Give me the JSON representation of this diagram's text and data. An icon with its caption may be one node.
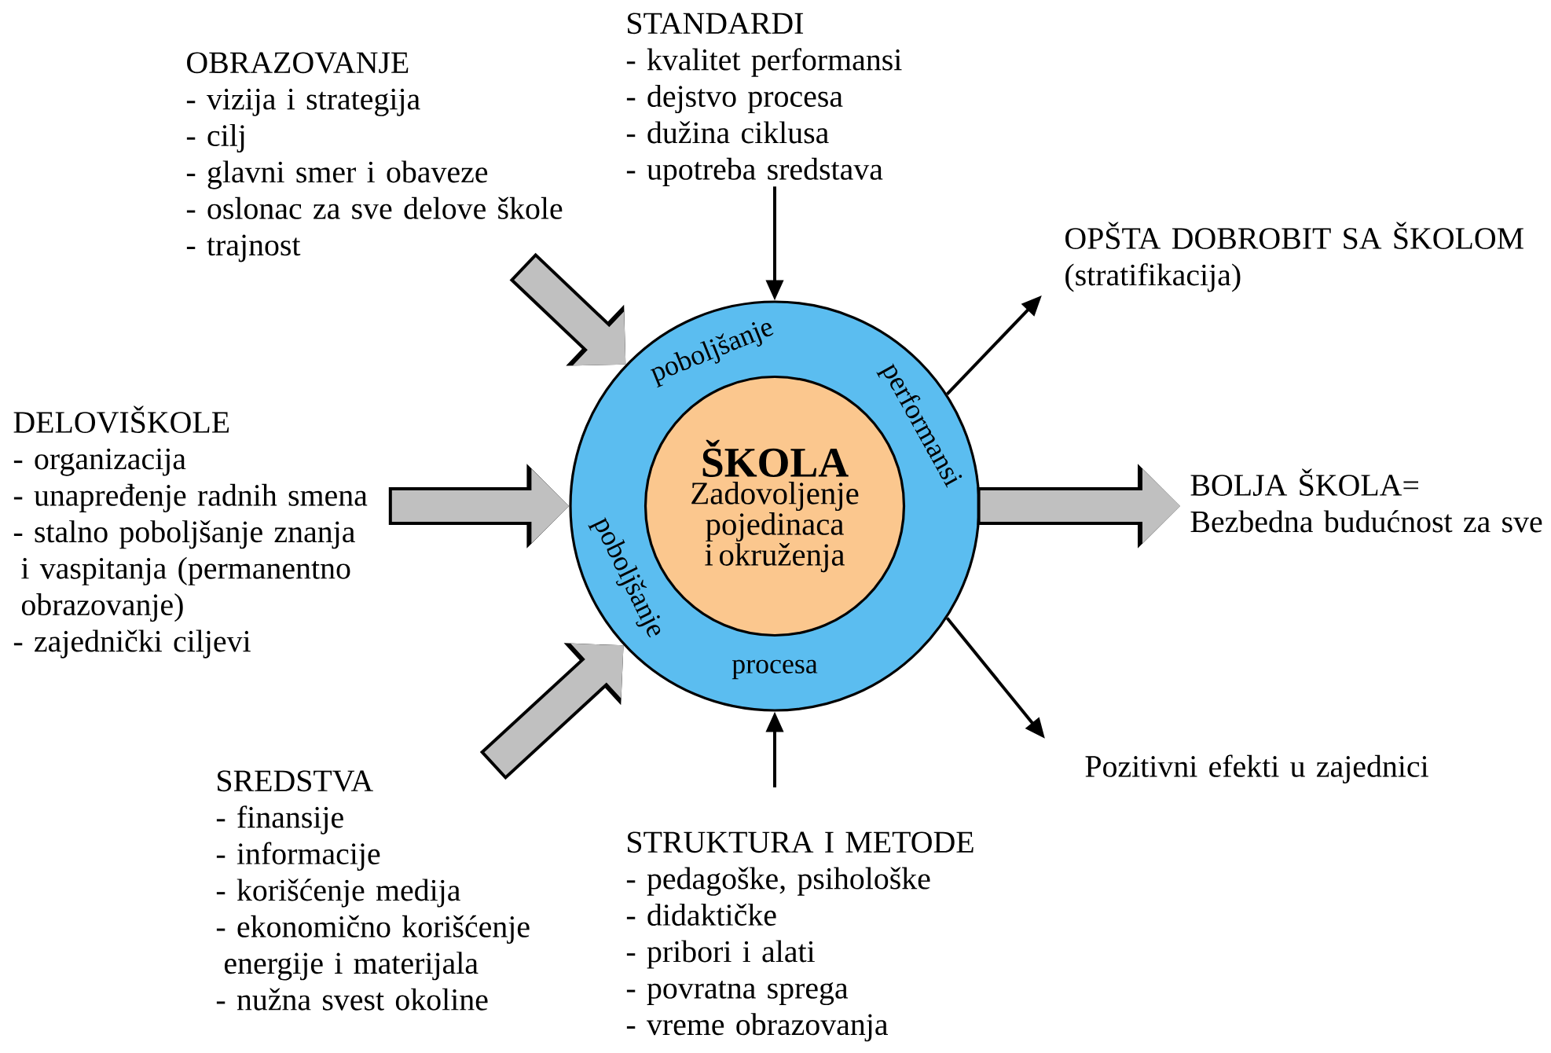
{
  "diagram": {
    "nodes": [
      {
        "text": [
          "poboljšanje",
          "performansi",
          "poboljšanje",
          "procesa"
        ]
      },
      {
        "text": [
          "ŠKOLA",
          "Zadovoljenje pojedinaca i okruženja"
        ],
        "in": 0
      },
      {
        "text": [
          "OBRAZOVANJE",
          "- vizija i strategija",
          "- cilj",
          "- glavni smer i obaveze",
          "- oslonac za sve delove škole",
          "- trajnost"
        ]
      },
      {
        "text": [
          "STANDARDI",
          "- kvalitet performansi",
          "- dejstvo procesa",
          "- dužina ciklusa",
          "- upotreba sredstava"
        ]
      },
      {
        "text": [
          "DELOVIŠKOLE",
          "- organizacija",
          "- unapređenje radnih smena",
          "- stalno poboljšanje znanja i vaspitanja (permanentno obrazovanje)",
          "- zajednički ciljevi"
        ]
      },
      {
        "text": [
          "SREDSTVA",
          "- finansije",
          "- informacije",
          "- korišćenje medija",
          "- ekonomično korišćenje energije i materijala",
          "- nužna svest okoline"
        ]
      },
      {
        "text": [
          "STRUKTURA I METODE",
          "- pedagoške, psihološke",
          "- didaktičke",
          "- pribori i alati",
          "- povratna sprega",
          "- vreme obrazovanja"
        ]
      },
      {
        "text": [
          "OPŠTA DOBROBIT SA ŠKOLOM",
          "(stratifikacija)"
        ]
      },
      {
        "text": [
          "BOLJA ŠKOLA=",
          "Bezbedna budućnost za sve"
        ]
      },
      {
        "text": [
          "Pozitivni efekti u zajednici"
        ]
      }
    ],
    "edges": [
      {
        "from": 2,
        "to": 0,
        "arrow": "to",
        "style": "thick"
      },
      {
        "from": 3,
        "to": 0,
        "arrow": "to",
        "color": "#000000"
      },
      {
        "from": 4,
        "to": 0,
        "arrow": "to",
        "style": "thick"
      },
      {
        "from": 5,
        "to": 0,
        "arrow": "to",
        "style": "thick"
      },
      {
        "from": 6,
        "to": 0,
        "arrow": "to",
        "color": "#000000"
      },
      {
        "from": 0,
        "to": 7,
        "arrow": "to",
        "color": "#000000"
      },
      {
        "from": 0,
        "to": 8,
        "arrow": "to",
        "style": "thick"
      },
      {
        "from": 0,
        "to": 9,
        "arrow": "to",
        "color": "#000000"
      }
    ]
  }
}
